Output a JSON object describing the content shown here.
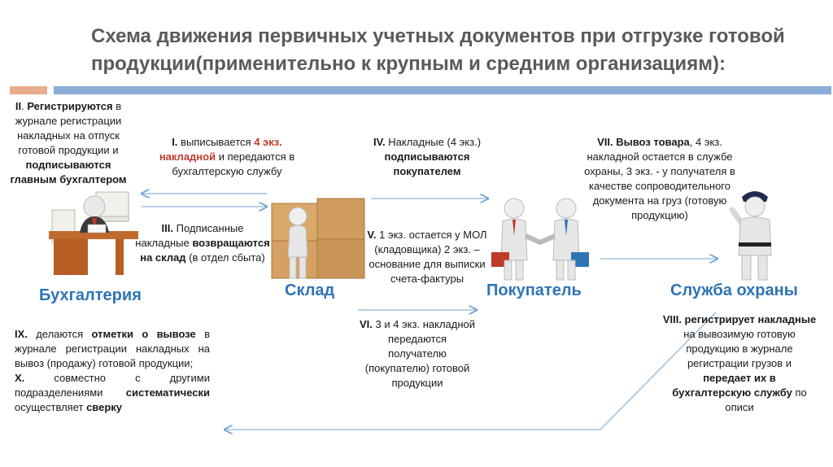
{
  "title": "Схема движения первичных учетных документов при отгрузке готовой продукции(применительно к крупным и средним организациям):",
  "labels": {
    "accounting": "Бухгалтерия",
    "warehouse": "Склад",
    "buyer": "Покупатель",
    "security": "Служба охраны"
  },
  "step2": {
    "n": "II",
    "a": ". ",
    "b": "Регистрируются",
    "c": " в журнале регистрации накладных на отпуск готовой продукции и ",
    "d": "подписываются главным бухгалтером"
  },
  "step1": {
    "a": "I.",
    "b": " выписывается ",
    "c": "4 экз. накладной",
    "d": " и передаются в бухгалтерскую службу"
  },
  "step3": {
    "a": "III.",
    "b": " Подписанные накладные ",
    "c": "возвращаются на склад",
    "d": " (в отдел сбыта)"
  },
  "step4": {
    "a": "IV.",
    "b": " Накладные (4 экз.) ",
    "c": "подписываются покупателем"
  },
  "step5": {
    "a": "V.",
    "b": " 1 экз. остается у МОЛ (кладовщика) 2 экз. – основание для выписки счета-фактуры"
  },
  "step6": {
    "a": "VI.",
    "b": " 3 и 4 экз. накладной передаются получателю (покупателю) готовой продукции"
  },
  "step7": {
    "a": "VII. Вывоз товара",
    "b": ", 4 экз. накладной остается в службе охраны, 3 экз. - у получателя в качестве сопроводительного документа на груз (готовую продукцию)"
  },
  "step8": {
    "a": "VIII. регистрирует накладные",
    "b": " на вывозимую готовую продукцию в журнале регистрации грузов и ",
    "c": "передает их в бухгалтерскую службу",
    "d": " по описи"
  },
  "step9": {
    "a": "IX.",
    "b": " делаются ",
    "c": "отметки о вывозе",
    "d": " в журнале регистрации накладных на вывоз (продажу) готовой продукции;"
  },
  "step10": {
    "a": "X.",
    "b": " совместно с другими подразделениями ",
    "c": "систематически",
    "d": " осуществляет ",
    "e": "сверку"
  },
  "colors": {
    "label_blue": "#2e74b5",
    "accent_red": "#c0392b",
    "bar_blue": "#8aaed6",
    "bar_orange": "#e9ac8c"
  },
  "icons": [
    "accountant-figure-icon",
    "warehouse-boxes-figure-icon",
    "handshake-figures-icon",
    "security-guard-figure-icon"
  ]
}
